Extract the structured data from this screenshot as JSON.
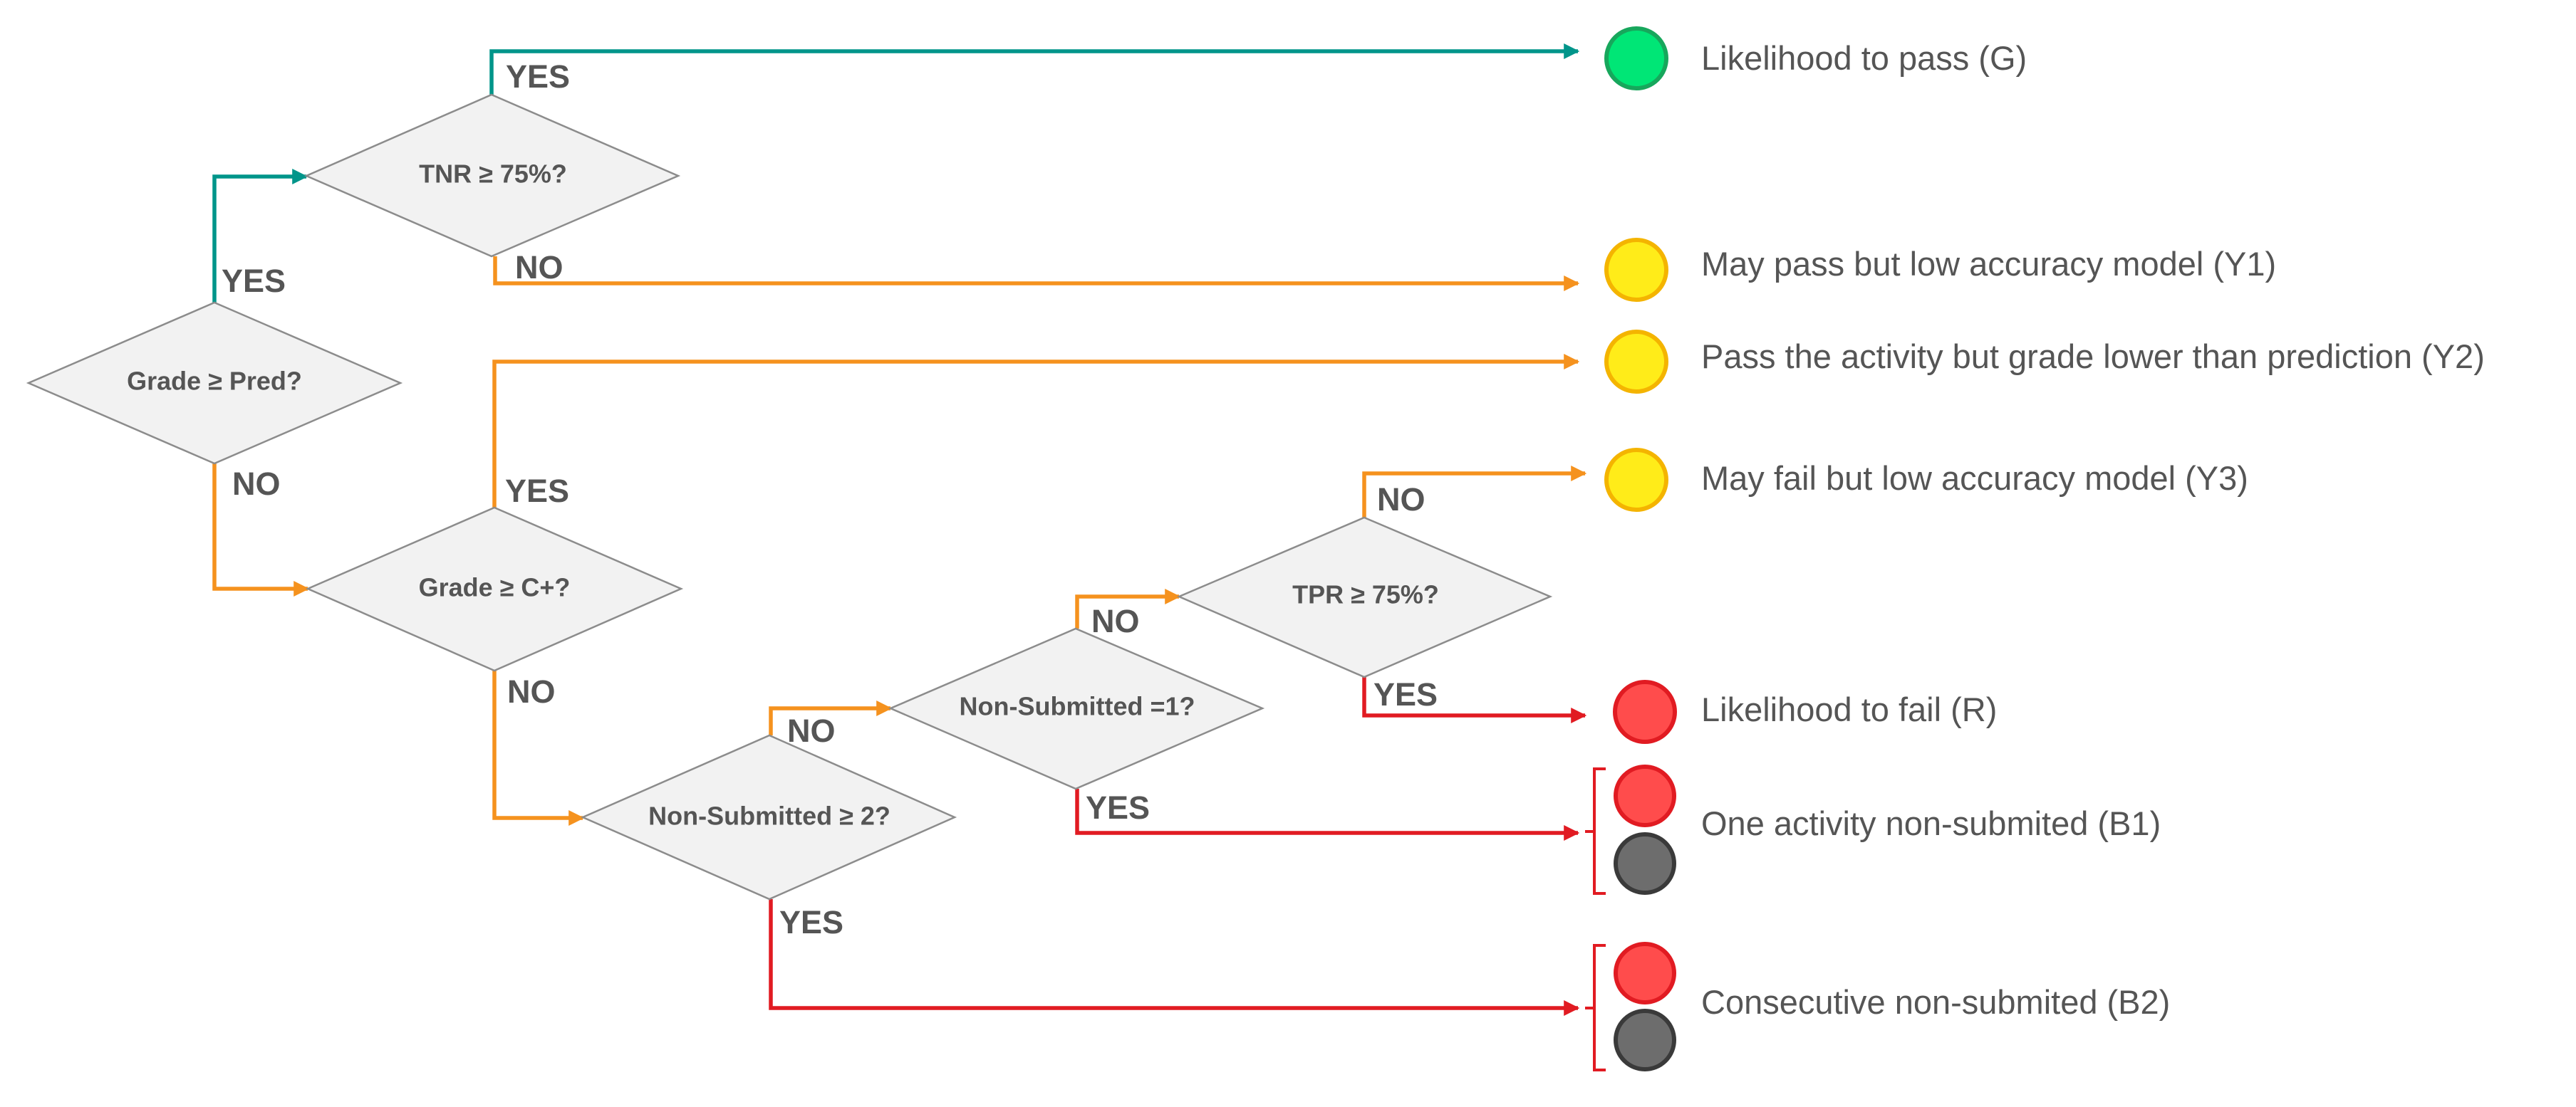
{
  "colors": {
    "yes_green": "#00958a",
    "orange": "#f5921e",
    "red": "#e11b22",
    "green_light": "#00e676",
    "green_light_border": "#17a75c",
    "yellow_light": "#ffec19",
    "yellow_light_border": "#f4b400",
    "red_light": "#ff4c4c",
    "red_light_border": "#e11b22",
    "gray_light": "#6d6d6d",
    "gray_light_border": "#3a3a3a"
  },
  "decisions": {
    "grade_pred": "Grade ≥ Pred?",
    "tnr": "TNR ≥ 75%?",
    "grade_c": "Grade ≥ C+?",
    "non_sub_2": "Non-Submitted ≥ 2?",
    "non_sub_1": "Non-Submitted =1?",
    "tpr": "TPR ≥ 75%?"
  },
  "branch_labels": {
    "yes": "YES",
    "no": "NO"
  },
  "outcomes": {
    "g": {
      "label": "Likelihood to pass (G)",
      "lights": [
        "green-light-icon"
      ]
    },
    "y1": {
      "label": "May pass but low accuracy model (Y1)",
      "lights": [
        "yellow-light-icon"
      ]
    },
    "y2": {
      "label": "Pass the activity but grade lower than prediction (Y2)",
      "lights": [
        "yellow-light-icon"
      ]
    },
    "y3": {
      "label": "May fail but low accuracy model (Y3)",
      "lights": [
        "yellow-light-icon"
      ]
    },
    "r": {
      "label": "Likelihood to fail (R)",
      "lights": [
        "red-light-icon"
      ]
    },
    "b1": {
      "label": "One activity non-submited (B1)",
      "lights": [
        "red-light-icon",
        "gray-light-icon"
      ]
    },
    "b2": {
      "label": "Consecutive non-submited (B2)",
      "lights": [
        "red-light-icon",
        "gray-light-icon"
      ]
    }
  }
}
